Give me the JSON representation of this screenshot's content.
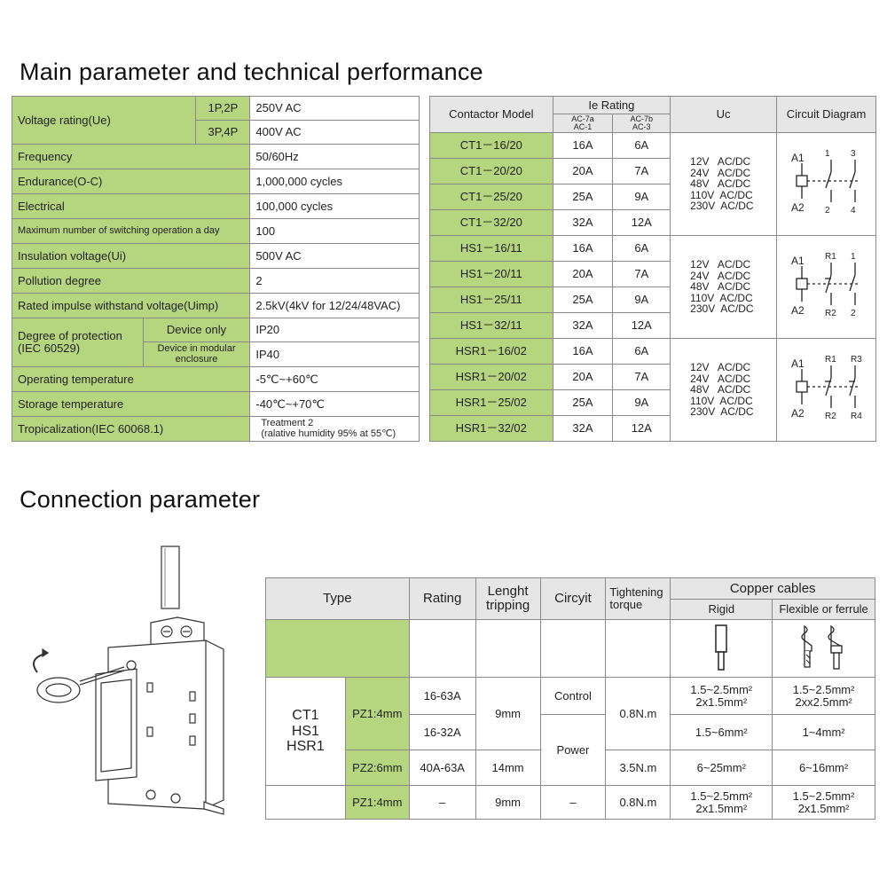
{
  "headings": {
    "main": "Main parameter and technical performance",
    "connection": "Connection parameter"
  },
  "params": {
    "voltage_label": "Voltage rating(Ue)",
    "v1_poles": "1P,2P",
    "v1_value": "250V AC",
    "v2_poles": "3P,4P",
    "v2_value": "400V AC",
    "rows": [
      {
        "label": "Frequency",
        "value": "50/60Hz"
      },
      {
        "label": "Endurance(O-C)",
        "value": "1,000,000 cycles"
      },
      {
        "label": "Electrical",
        "value": "100,000 cycles"
      },
      {
        "label": "Maximum number of switching operation a day",
        "value": "100"
      },
      {
        "label": "Insulation voltage(Ui)",
        "value": "500V AC"
      },
      {
        "label": "Pollution degree",
        "value": "2"
      },
      {
        "label": "Rated impulse withstand voltage(Uimp)",
        "value": "2.5kV(4kV for 12/24/48VAC)"
      }
    ],
    "protection_label": "Degree of protection (IEC 60529)",
    "p1_sub": "Device only",
    "p1_value": "IP20",
    "p2_sub": "Device in modular enclosure",
    "p2_value": "IP40",
    "rows2": [
      {
        "label": "Operating temperature",
        "value": "-5℃~+60℃"
      },
      {
        "label": "Storage temperature",
        "value": "-40℃~+70℃"
      }
    ],
    "trop_label": "Tropicalization(IEC 60068.1)",
    "trop_value_1": "Treatment 2",
    "trop_value_2": "(ralative humidity 95% at 55℃)"
  },
  "models": {
    "headers": {
      "model": "Contactor Model",
      "ie": "Ie Rating",
      "ac7a": "AC-7a",
      "ac1": "AC-1",
      "ac7b": "AC-7b",
      "ac3": "AC-3",
      "uc": "Uc",
      "circuit": "Circuit Diagram"
    },
    "groups": [
      {
        "rows": [
          [
            "CT1－16/20",
            "16A",
            "6A"
          ],
          [
            "CT1－20/20",
            "20A",
            "7A"
          ],
          [
            "CT1－25/20",
            "25A",
            "9A"
          ],
          [
            "CT1－32/20",
            "32A",
            "12A"
          ]
        ],
        "uc": [
          "12V   AC/DC",
          "24V   AC/DC",
          "48V   AC/DC",
          "110V  AC/DC",
          "230V  AC/DC"
        ],
        "diagram": {
          "a1": "A1",
          "a2": "A2",
          "t1": "1",
          "t2": "3",
          "b1": "2",
          "b2": "4"
        }
      },
      {
        "rows": [
          [
            "HS1－16/11",
            "16A",
            "6A"
          ],
          [
            "HS1－20/11",
            "20A",
            "7A"
          ],
          [
            "HS1－25/11",
            "25A",
            "9A"
          ],
          [
            "HS1－32/11",
            "32A",
            "12A"
          ]
        ],
        "uc": [
          "12V   AC/DC",
          "24V   AC/DC",
          "48V   AC/DC",
          "110V  AC/DC",
          "230V  AC/DC"
        ],
        "diagram": {
          "a1": "A1",
          "a2": "A2",
          "t1": "R1",
          "t2": "1",
          "b1": "R2",
          "b2": "2"
        }
      },
      {
        "rows": [
          [
            "HSR1－16/02",
            "16A",
            "6A"
          ],
          [
            "HSR1－20/02",
            "20A",
            "7A"
          ],
          [
            "HSR1－25/02",
            "25A",
            "9A"
          ],
          [
            "HSR1－32/02",
            "32A",
            "12A"
          ]
        ],
        "uc": [
          "12V   AC/DC",
          "24V   AC/DC",
          "48V   AC/DC",
          "110V  AC/DC",
          "230V  AC/DC"
        ],
        "diagram": {
          "a1": "A1",
          "a2": "A2",
          "t1": "R1",
          "t2": "R3",
          "b1": "R2",
          "b2": "R4"
        }
      }
    ]
  },
  "connection": {
    "headers": {
      "type": "Type",
      "rating": "Rating",
      "length": "Lenght tripping",
      "circuit": "Circyit",
      "torque": "Tightening torque",
      "copper": "Copper cables",
      "rigid": "Rigid",
      "flex": "Flexible or ferrule"
    },
    "type_names": [
      "CT1",
      "HS1",
      "HSR1"
    ],
    "pz1": "PZ1:4mm",
    "pz2": "PZ2:6mm",
    "pz3": "PZ1:4mm",
    "r1_rating": "16-63A",
    "r2_rating": "16-32A",
    "r3_rating": "40A-63A",
    "r4_rating": "–",
    "len_9": "9mm",
    "len_14": "14mm",
    "len_9b": "9mm",
    "ckt_control": "Control",
    "ckt_power": "Power",
    "ckt_dash": "–",
    "tq_08": "0.8N.m",
    "tq_35": "3.5N.m",
    "tq_08b": "0.8N.m",
    "r1_rigid_1": "1.5~2.5mm²",
    "r1_rigid_2": "2x1.5mm²",
    "r1_flex_1": "1.5~2.5mm²",
    "r1_flex_2": "2xx2.5mm²",
    "r2_rigid": "1.5~6mm²",
    "r2_flex": "1~4mm²",
    "r3_rigid": "6~25mm²",
    "r3_flex": "6~16mm²",
    "r4_rigid_1": "1.5~2.5mm²",
    "r4_rigid_2": "2x1.5mm²",
    "r4_flex_1": "1.5~2.5mm²",
    "r4_flex_2": "2x1.5mm²"
  }
}
